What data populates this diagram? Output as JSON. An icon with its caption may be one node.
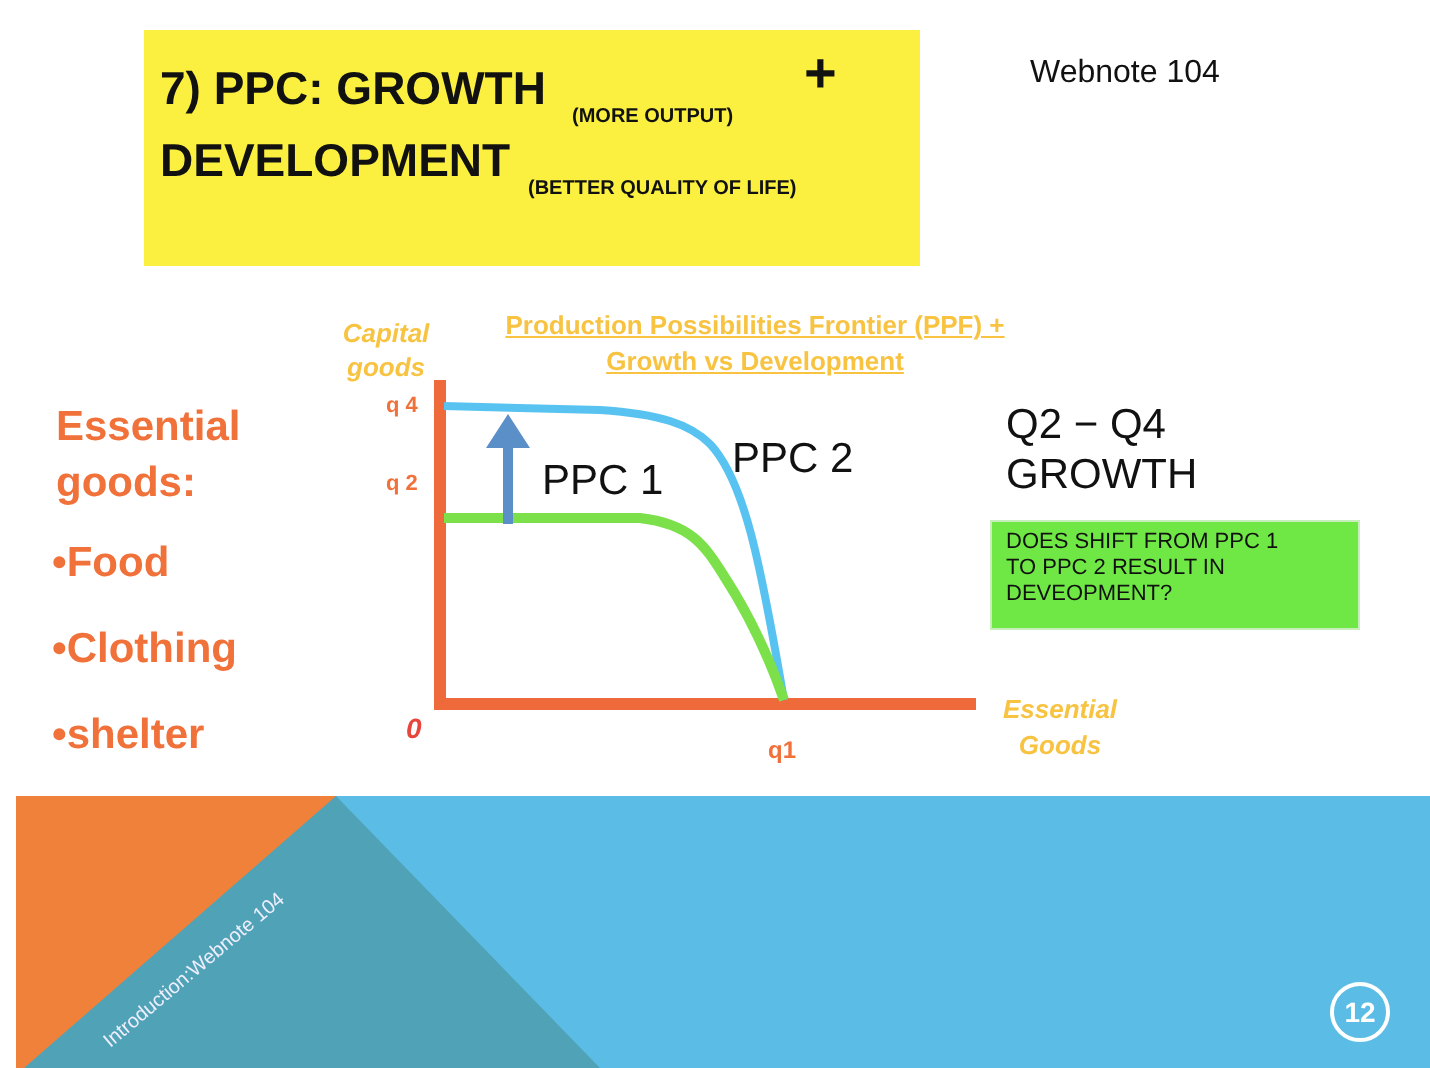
{
  "diagram": {
    "nodes": [
      {
        "text": [
          "7) PPC: GROWTH",
          "(MORE OUTPUT)",
          "+",
          "DEVELOPMENT",
          "(BETTER QUALITY OF LIFE)"
        ]
      },
      {
        "text": [
          "DOES SHIFT FROM PPC 1 TO PPC 2 RESULT IN DEVEOPMENT?"
        ]
      }
    ],
    "labels": [
      "Webnote 104",
      "Capital goods",
      "Production Possibilities Frontier (PPF) + Growth vs Development",
      "Essential goods:",
      "•Food",
      "•Clothing",
      "•shelter",
      "q 4",
      "q 2",
      "PPC 1",
      "PPC 2",
      "0",
      "q1",
      "Essential Goods",
      "Q2 − Q4 GROWTH",
      "Introduction:Webnote 104",
      "12"
    ]
  }
}
